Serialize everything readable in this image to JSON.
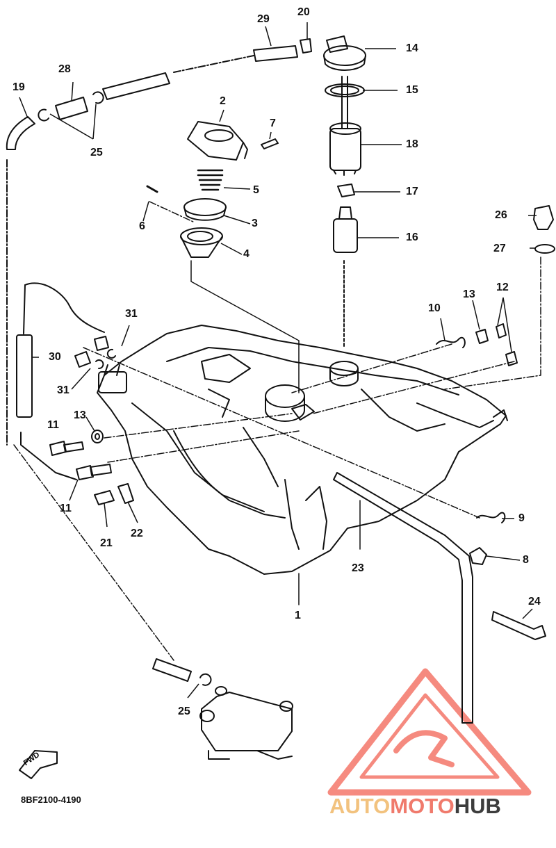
{
  "diagram": {
    "code": "8BF2100-4190",
    "fwd_label": "FWD",
    "watermark": {
      "part1": "AUTO",
      "part2": "MOTO",
      "part3": "HUB",
      "colors": {
        "auto": "#f2c27e",
        "moto": "#f07a6c",
        "hub": "#3d3d3d",
        "logo": "#f25a4a"
      }
    },
    "labels": {
      "l1": "1",
      "l2": "2",
      "l3": "3",
      "l4": "4",
      "l5": "5",
      "l6": "6",
      "l7": "7",
      "l8": "8",
      "l9": "9",
      "l10": "10",
      "l11a": "11",
      "l11b": "11",
      "l12": "12",
      "l13a": "13",
      "l13b": "13",
      "l14": "14",
      "l15": "15",
      "l16": "16",
      "l17": "17",
      "l18": "18",
      "l19": "19",
      "l20": "20",
      "l21": "21",
      "l22": "22",
      "l23": "23",
      "l24": "24",
      "l25a": "25",
      "l25b": "25",
      "l26a": "26",
      "l27": "27",
      "l28": "28",
      "l29": "29",
      "l30": "30",
      "l31a": "31",
      "l31b": "31"
    }
  }
}
